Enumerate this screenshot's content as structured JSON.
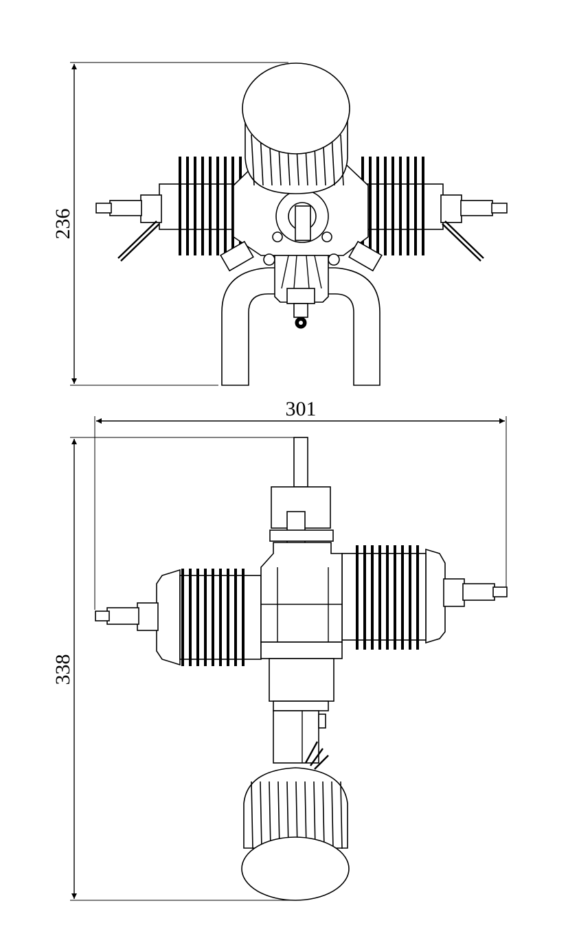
{
  "dimensions": {
    "front_height": "236",
    "total_width": "301",
    "top_length": "338"
  }
}
